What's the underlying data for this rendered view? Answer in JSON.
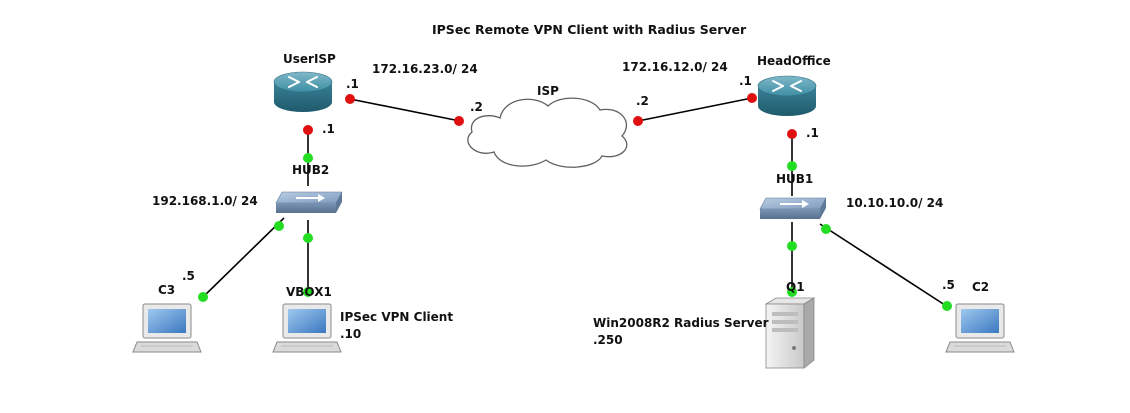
{
  "title": "IPSec Remote VPN Client with Radius Server",
  "devices": {
    "userisp": "UserISP",
    "headoffice": "HeadOffice",
    "isp": "ISP",
    "hub2": "HUB2",
    "hub1": "HUB1",
    "c3": "C3",
    "vbox1": "VBOX1",
    "c2": "C2",
    "q1": "Q1"
  },
  "networks": {
    "wan_left": "172.16.23.0/ 24",
    "wan_right": "172.16.12.0/ 24",
    "lan_left": "192.168.1.0/ 24",
    "lan_right": "10.10.10.0/ 24"
  },
  "interfaces": {
    "userisp_wan": ".1",
    "isp_left": ".2",
    "isp_right": ".2",
    "headoffice_wan": ".1",
    "userisp_lan": ".1",
    "headoffice_lan": ".1",
    "c3": ".5",
    "c2": ".5"
  },
  "descriptions": {
    "vpn_client": "IPSec VPN Client",
    "vpn_client_ip": ".10",
    "radius_server": "Win2008R2 Radius Server",
    "radius_server_ip": ".250"
  },
  "colors": {
    "link": "#000000",
    "port_down": "#e01010",
    "port_up": "#22dd22",
    "router": "#3c8aa0",
    "hub": "#8ba6c4"
  }
}
